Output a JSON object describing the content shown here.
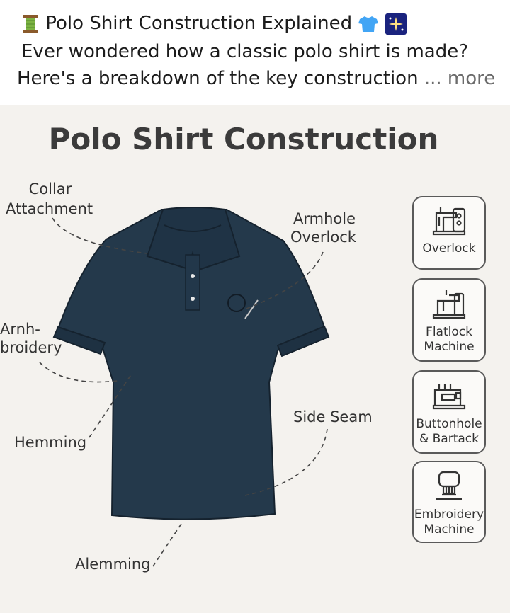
{
  "post": {
    "line1": "Polo Shirt Construction Explained",
    "line2": "Ever wondered how a classic polo shirt is made?",
    "line3": "Here's a breakdown of the key construction",
    "more": "... more",
    "icons": [
      "thread-spool-icon",
      "tshirt-icon",
      "sparkles-icon"
    ]
  },
  "infographic": {
    "title": "Polo Shirt Construction",
    "labels": {
      "collar": [
        "Collar",
        "Attachment"
      ],
      "armhole": [
        "Armhole",
        "Overlock"
      ],
      "embroidery": [
        "Arnh-",
        "broidery"
      ],
      "side_seam": "Side Seam",
      "hemming": "Hemming",
      "alemming": "Alemming"
    },
    "tools": [
      {
        "name": [
          "Overlock"
        ],
        "icon": "sewing-machine-icon"
      },
      {
        "name": [
          "Flatlock",
          "Machine"
        ],
        "icon": "flatlock-machine-icon"
      },
      {
        "name": [
          "Buttonhole",
          "& Bartack"
        ],
        "icon": "buttonhole-machine-icon"
      },
      {
        "name": [
          "Embroidery",
          "Machine"
        ],
        "icon": "embroidery-machine-icon"
      }
    ],
    "colors": {
      "shirt": "#24394b",
      "background": "#f4f2ee",
      "text": "#333333"
    }
  }
}
